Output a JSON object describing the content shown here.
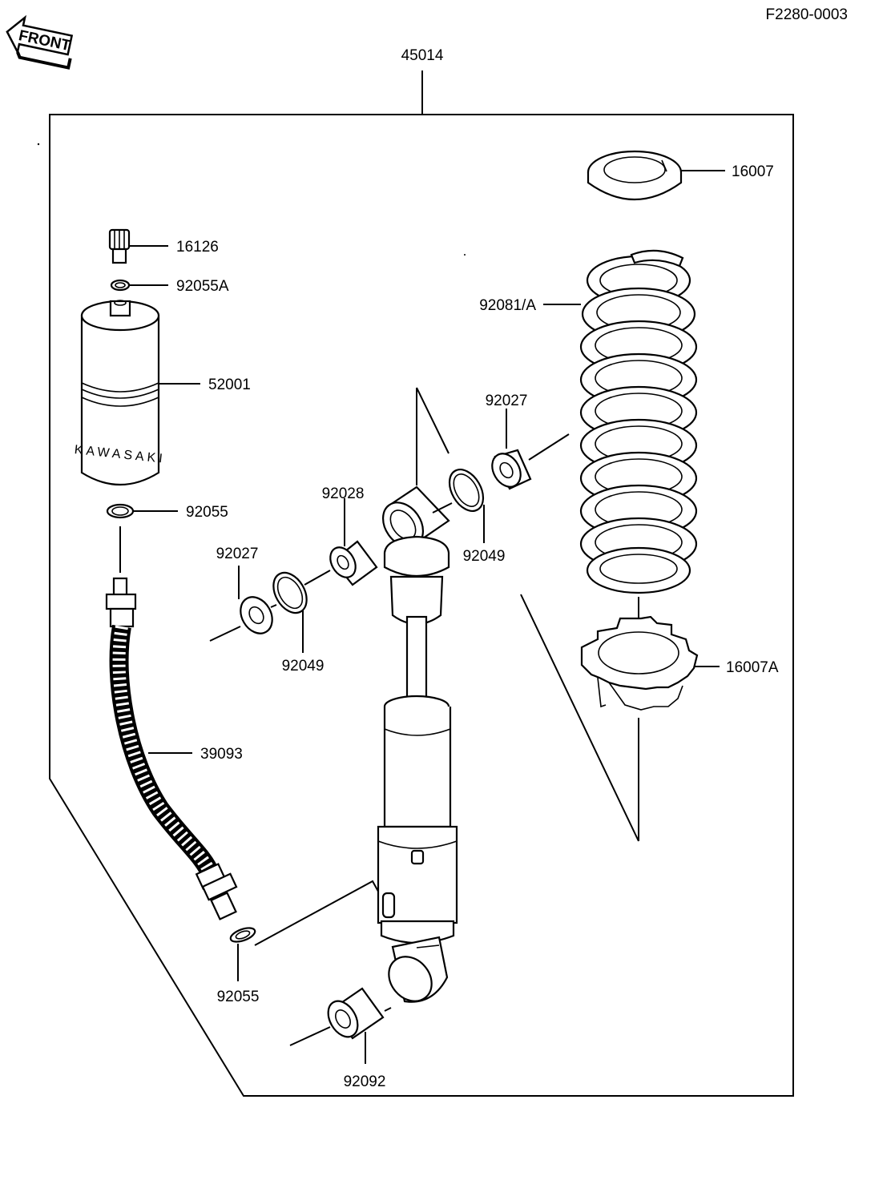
{
  "diagram": {
    "code": "F2280-0003",
    "front_label": "FRONT",
    "assembly_number": "45014",
    "reservoir_brand": "KAWASAKI",
    "parts": {
      "p16126": "16126",
      "p92055A": "92055A",
      "p52001": "52001",
      "p92055_top": "92055",
      "p39093": "39093",
      "p92055_bottom": "92055",
      "p92027_left": "92027",
      "p92049_left": "92049",
      "p92028": "92028",
      "p92049_right": "92049",
      "p92027_right": "92027",
      "p16007": "16007",
      "p92081A": "92081/A",
      "p16007A": "16007A",
      "p92092": "92092"
    }
  }
}
